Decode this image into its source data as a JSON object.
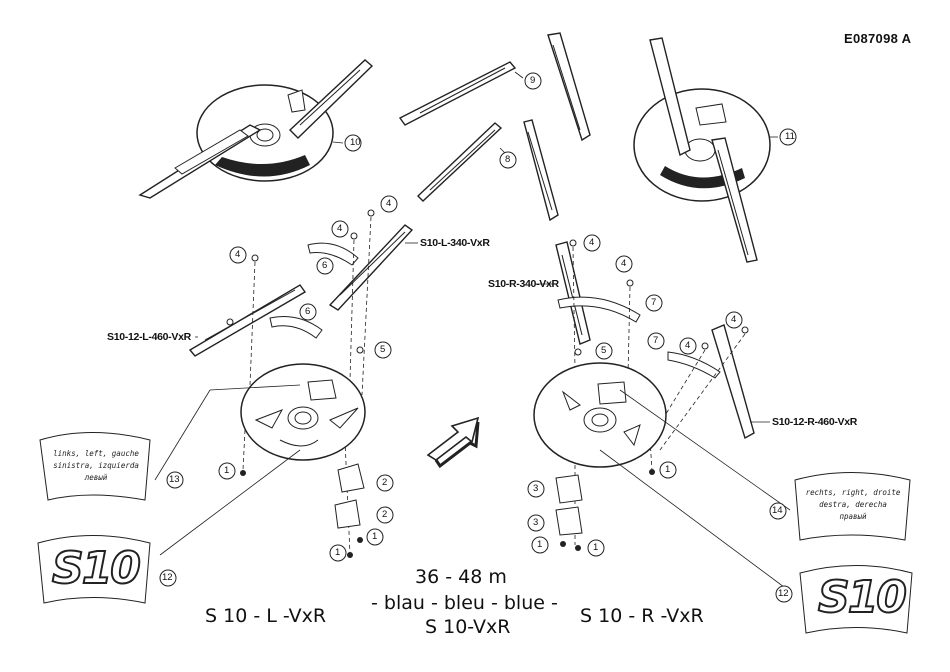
{
  "drawing_code": "E087098  A",
  "callouts": {
    "c1": "1",
    "c2": "2",
    "c3": "3",
    "c4": "4",
    "c5": "5",
    "c6": "6",
    "c7": "7",
    "c8": "8",
    "c9": "9",
    "c10": "10",
    "c11": "11",
    "c12": "12",
    "c13": "13",
    "c14": "14"
  },
  "part_labels": {
    "left_short_blade": "S10-L-340-VxR",
    "left_long_blade": "S10-12-L-460-VxR",
    "right_short_blade": "S10-R-340-VxR",
    "right_long_blade": "S10-12-R-460-VxR"
  },
  "decals": {
    "left_lines": [
      "links, left, gauche",
      "sinistra, izquierda",
      "левый"
    ],
    "right_lines": [
      "rechts, right, droite",
      "destra, derecha",
      "правый"
    ],
    "logo": "S10"
  },
  "captions": {
    "range": "36  -  48  m",
    "colors": "- blau - bleu - blue -",
    "model_center": "S 10-VxR",
    "model_left": "S  10  -  L  -VxR",
    "model_right": "S  10  -  R  -VxR"
  }
}
